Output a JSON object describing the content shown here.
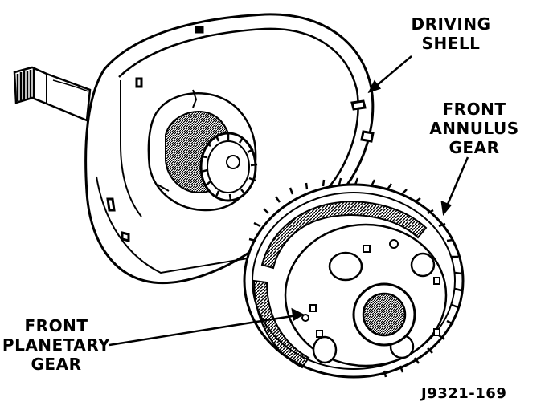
{
  "labels": {
    "driving_shell": [
      "DRIVING",
      "SHELL"
    ],
    "front_annulus_gear": [
      "FRONT",
      "ANNULUS",
      "GEAR"
    ],
    "front_planetary_gear": [
      "FRONT",
      "PLANETARY",
      "GEAR"
    ]
  },
  "figure_code": "J9321-169",
  "colors": {
    "ink": "#000000",
    "paper": "#ffffff"
  }
}
